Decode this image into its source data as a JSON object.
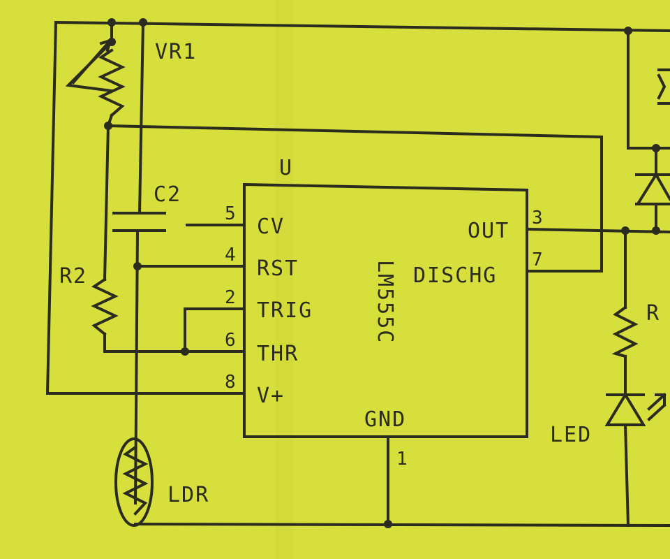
{
  "diagram": {
    "chip_ref": "U",
    "chip_part": "LM555C",
    "pins": {
      "cv": {
        "num": "5",
        "name": "CV"
      },
      "rst": {
        "num": "4",
        "name": "RST"
      },
      "trig": {
        "num": "2",
        "name": "TRIG"
      },
      "thr": {
        "num": "6",
        "name": "THR"
      },
      "vplus": {
        "num": "8",
        "name": "V+"
      },
      "out": {
        "num": "3",
        "name": "OUT"
      },
      "disch": {
        "num": "7",
        "name": "DISCHG"
      },
      "gnd": {
        "num": "1",
        "name": "GND"
      }
    },
    "components": {
      "vr1": "VR1",
      "c2": "C2",
      "r2": "R2",
      "ldr": "LDR",
      "r": "R",
      "led": "LED"
    },
    "colors": {
      "paper": "#d6df3c",
      "ink": "#2b2b1e"
    }
  }
}
